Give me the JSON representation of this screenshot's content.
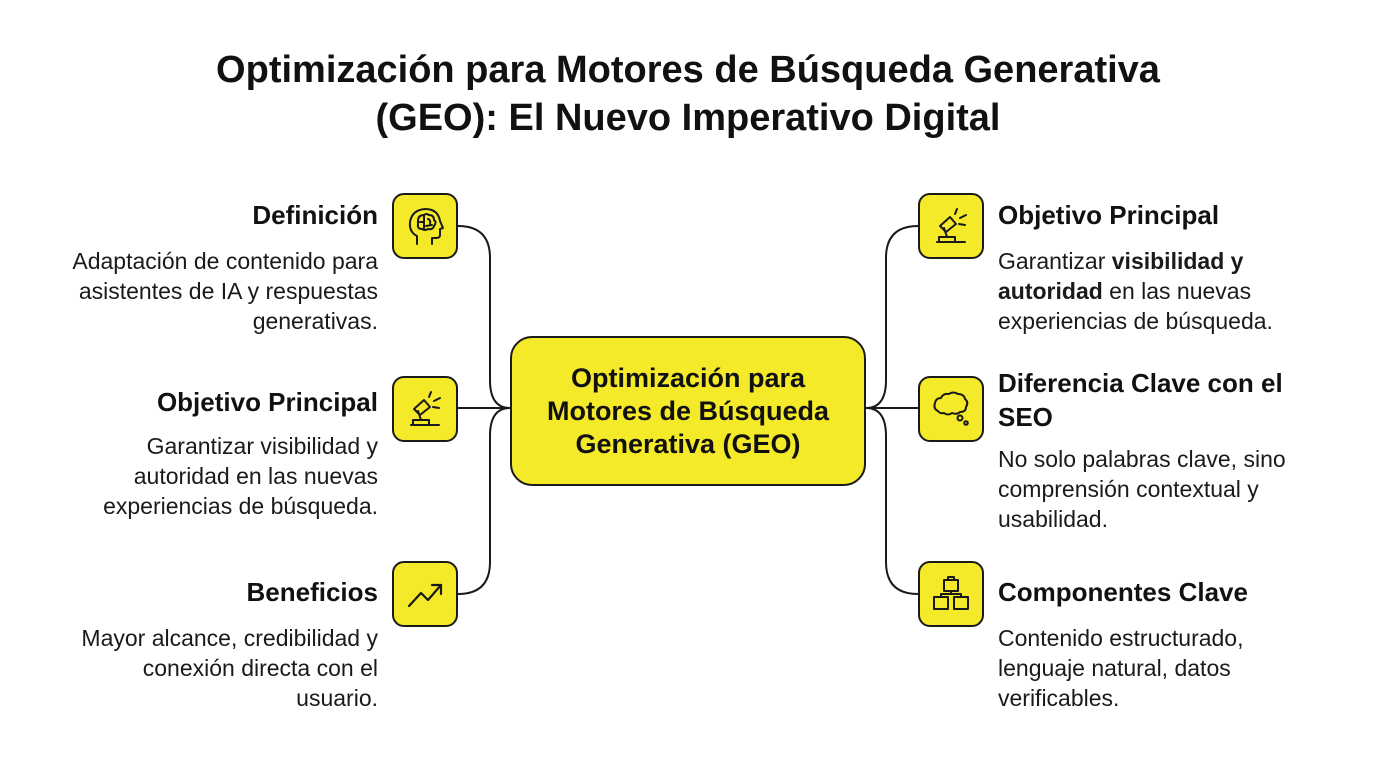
{
  "title": {
    "line1": "Optimización para Motores de Búsqueda Generativa",
    "line2": "(GEO): El Nuevo Imperativo Digital"
  },
  "center": {
    "line1": "Optimización para",
    "line2": "Motores de Búsqueda",
    "line3": "Generativa (GEO)"
  },
  "left": [
    {
      "icon": "brain-head-icon",
      "heading": "Definición",
      "desc": [
        "Adaptación de contenido para",
        "asistentes de IA y respuestas",
        "generativas."
      ]
    },
    {
      "icon": "spotlight-icon",
      "heading": "Objetivo Principal",
      "desc": [
        "Garantizar visibilidad y",
        "autoridad en las nuevas",
        "experiencias de búsqueda."
      ]
    },
    {
      "icon": "trend-up-icon",
      "heading": "Beneficios",
      "desc": [
        "Mayor alcance, credibilidad y",
        "conexión directa con el",
        "usuario."
      ]
    }
  ],
  "right": [
    {
      "icon": "spotlight-icon",
      "heading": "Objetivo Principal",
      "desc_parts": {
        "pre": "Garantizar ",
        "bold1": "visibilidad y",
        "bold2": "autoridad",
        "post": " en las nuevas",
        "line3": "experiencias de búsqueda."
      }
    },
    {
      "icon": "thought-bubble-icon",
      "heading_line1": "Diferencia Clave con el",
      "heading_line2": "SEO",
      "desc": [
        "No solo palabras clave, sino",
        "comprensión contextual y",
        "usabilidad."
      ]
    },
    {
      "icon": "blocks-icon",
      "heading": "Componentes Clave",
      "desc": [
        "Contenido estructurado,",
        "lenguaje natural, datos",
        "verificables."
      ]
    }
  ],
  "colors": {
    "accent": "#f5ea2a",
    "stroke": "#1a1a1a",
    "text": "#111111"
  }
}
